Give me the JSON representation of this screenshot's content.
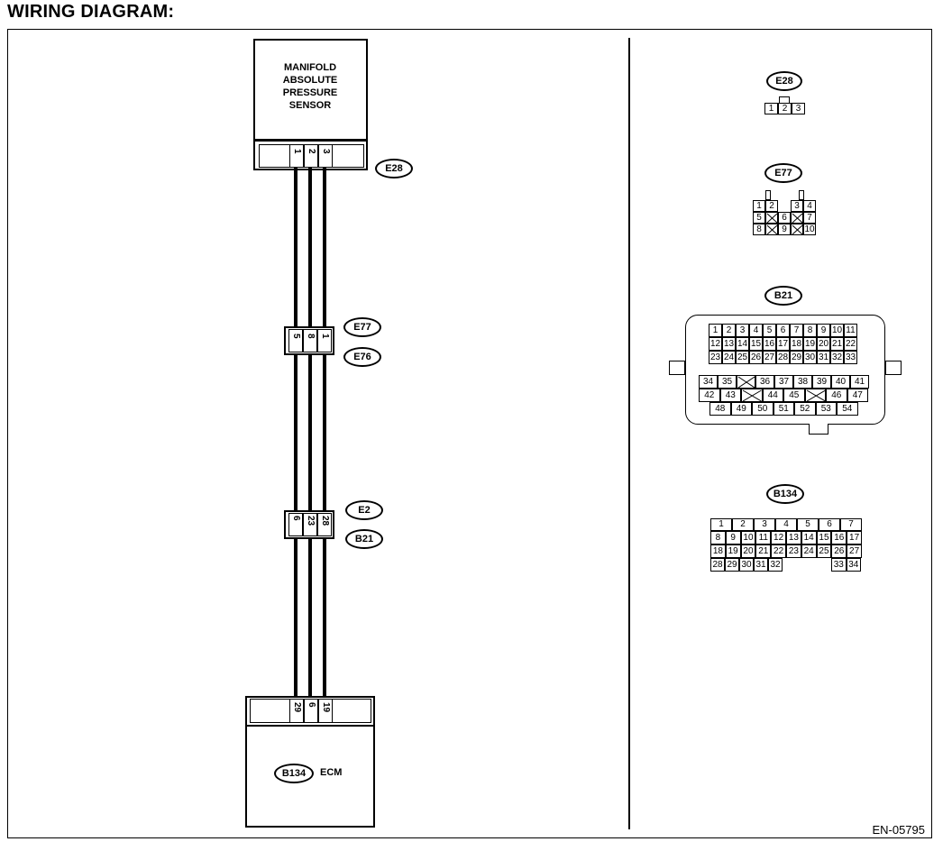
{
  "page_title": "WIRING DIAGRAM:",
  "diagram_code": "EN-05795",
  "sensor": {
    "label_lines": [
      "MANIFOLD",
      "ABSOLUTE",
      "PRESSURE",
      "SENSOR"
    ]
  },
  "ecm": {
    "label": "ECM",
    "connector_tag": "B134"
  },
  "connectors_left": {
    "e28": {
      "tag": "E28",
      "pins": [
        "1",
        "2",
        "3"
      ]
    },
    "e77_e76": {
      "tag_top": "E77",
      "tag_bottom": "E76",
      "pins": [
        "5",
        "8",
        "1"
      ]
    },
    "e2_b21": {
      "tag_top": "E2",
      "tag_bottom": "B21",
      "pins": [
        "6",
        "23",
        "28"
      ]
    },
    "b134": {
      "pins": [
        "29",
        "6",
        "19"
      ]
    }
  },
  "connector_views": {
    "e28": {
      "tag": "E28",
      "pins": [
        "1",
        "2",
        "3"
      ]
    },
    "e77": {
      "tag": "E77",
      "rows": [
        [
          "1",
          "2",
          "",
          "3",
          "4"
        ],
        [
          "5",
          "X",
          "6",
          "X",
          "7"
        ],
        [
          "8",
          "X",
          "9",
          "X",
          "10"
        ]
      ]
    },
    "b21": {
      "tag": "B21",
      "rows": [
        [
          "1",
          "2",
          "3",
          "4",
          "5",
          "6",
          "7",
          "8",
          "9",
          "10",
          "11"
        ],
        [
          "12",
          "13",
          "14",
          "15",
          "16",
          "17",
          "18",
          "19",
          "20",
          "21",
          "22"
        ],
        [
          "23",
          "24",
          "25",
          "26",
          "27",
          "28",
          "29",
          "30",
          "31",
          "32",
          "33"
        ],
        [
          "34",
          "35",
          "X",
          "36",
          "37",
          "38",
          "39",
          "40",
          "41"
        ],
        [
          "42",
          "43",
          "X",
          "44",
          "45",
          "X",
          "46",
          "47"
        ],
        [
          "48",
          "49",
          "50",
          "51",
          "52",
          "53",
          "54"
        ]
      ]
    },
    "b134": {
      "tag": "B134",
      "rows": [
        [
          "1",
          "2",
          "3",
          "4",
          "5",
          "6",
          "7"
        ],
        [
          "8",
          "9",
          "10",
          "11",
          "12",
          "13",
          "14",
          "15",
          "16",
          "17"
        ],
        [
          "18",
          "19",
          "20",
          "21",
          "22",
          "23",
          "24",
          "25",
          "26",
          "27"
        ],
        [
          "28",
          "29",
          "30",
          "31",
          "32",
          "33",
          "34"
        ]
      ]
    }
  }
}
